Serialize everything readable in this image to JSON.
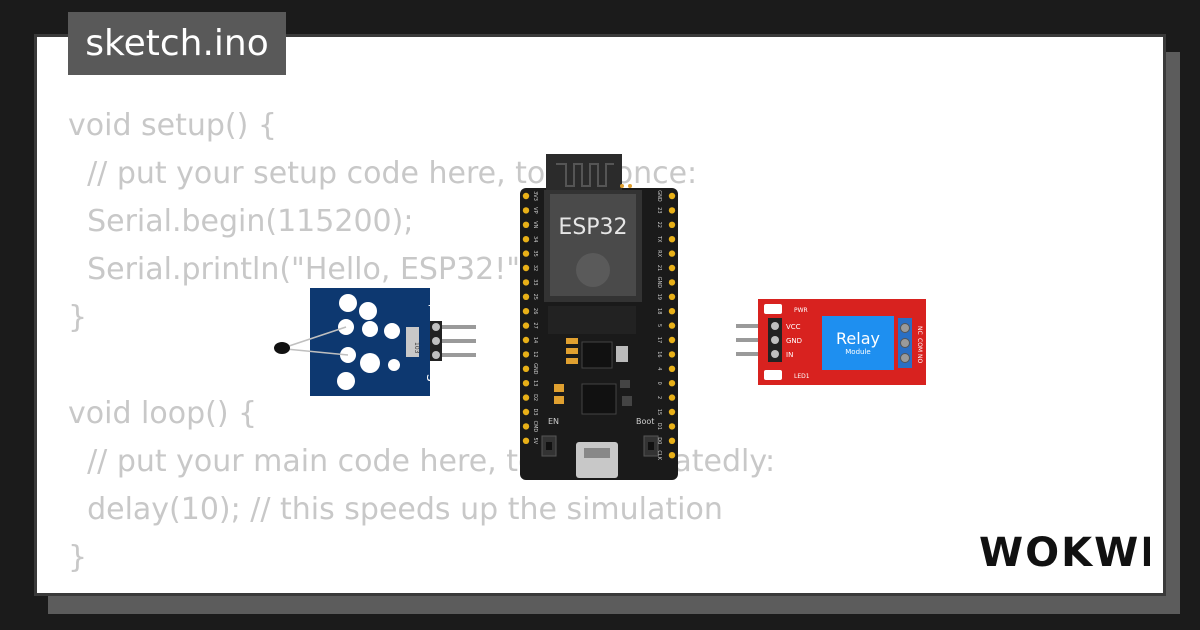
{
  "file_tab": {
    "label": "sketch.ino"
  },
  "code_lines": [
    "void setup() {",
    "  // put your setup code here, to run once:",
    "  Serial.begin(115200);",
    "  Serial.println(\"Hello, ESP32!\");",
    "}",
    "",
    "void loop() {",
    "  // put your main code here, to run repeatedly:",
    "  delay(10); // this speeds up the simulation",
    "}"
  ],
  "esp32": {
    "label": "ESP32",
    "button_en": "EN",
    "button_boot": "Boot",
    "left_pins": [
      "3V3",
      "VP",
      "VN",
      "34",
      "35",
      "32",
      "33",
      "25",
      "26",
      "27",
      "14",
      "12",
      "GND",
      "13",
      "D2",
      "D3",
      "CMD",
      "5V"
    ],
    "right_pins": [
      "GND",
      "23",
      "22",
      "TX",
      "RX",
      "21",
      "GND",
      "19",
      "18",
      "5",
      "17",
      "16",
      "4",
      "0",
      "2",
      "15",
      "D1",
      "D0",
      "CLK"
    ]
  },
  "temp_sensor": {
    "minus_label": "-",
    "signal_label": "S",
    "resistor_label": "103"
  },
  "relay": {
    "title": "Relay",
    "subtitle": "Module",
    "pwr_label": "PWR",
    "led_label": "LED1",
    "pins": [
      "VCC",
      "GND",
      "IN"
    ],
    "terminals": [
      "NO",
      "COM",
      "NC"
    ]
  },
  "brand": {
    "logo": "WOKWI"
  },
  "colors": {
    "background": "#1b1b1b",
    "card": "#ffffff",
    "code_text": "#c8c8c8",
    "tab": "#595959",
    "sensor_board": "#0d3870",
    "esp_board": "#1a1a1a",
    "relay_board": "#d8221f",
    "relay_block": "#1e8ff0"
  }
}
